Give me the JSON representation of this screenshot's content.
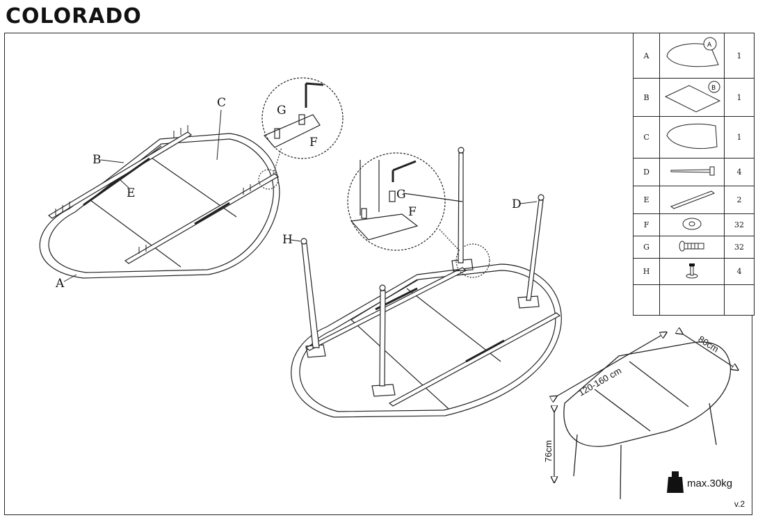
{
  "header": {
    "title": "COLORADO"
  },
  "footer": {
    "version": "v.2"
  },
  "parts_table": [
    {
      "id": "A",
      "icon": "tabletop-half-icon",
      "qty": "1"
    },
    {
      "id": "B",
      "icon": "extension-leaf-icon",
      "qty": "1"
    },
    {
      "id": "C",
      "icon": "tabletop-half-icon",
      "qty": "1"
    },
    {
      "id": "D",
      "icon": "table-leg-icon",
      "qty": "4"
    },
    {
      "id": "E",
      "icon": "rail-bar-icon",
      "qty": "2"
    },
    {
      "id": "F",
      "icon": "washer-icon",
      "qty": "32"
    },
    {
      "id": "G",
      "icon": "screw-icon",
      "qty": "32"
    },
    {
      "id": "H",
      "icon": "leveler-foot-icon",
      "qty": "4"
    },
    {
      "id": "",
      "icon": "",
      "qty": ""
    }
  ],
  "callouts": {
    "step1": {
      "a": "A",
      "b": "B",
      "c": "C",
      "e": "E"
    },
    "detail1": {
      "g": "G",
      "f": "F"
    },
    "detail2": {
      "g": "G",
      "f": "F"
    },
    "step2": {
      "h": "H",
      "d": "D"
    }
  },
  "dimensions": {
    "length": "120-160 cm",
    "width": "80cm",
    "height": "76cm",
    "max_load": "max.30kg"
  }
}
